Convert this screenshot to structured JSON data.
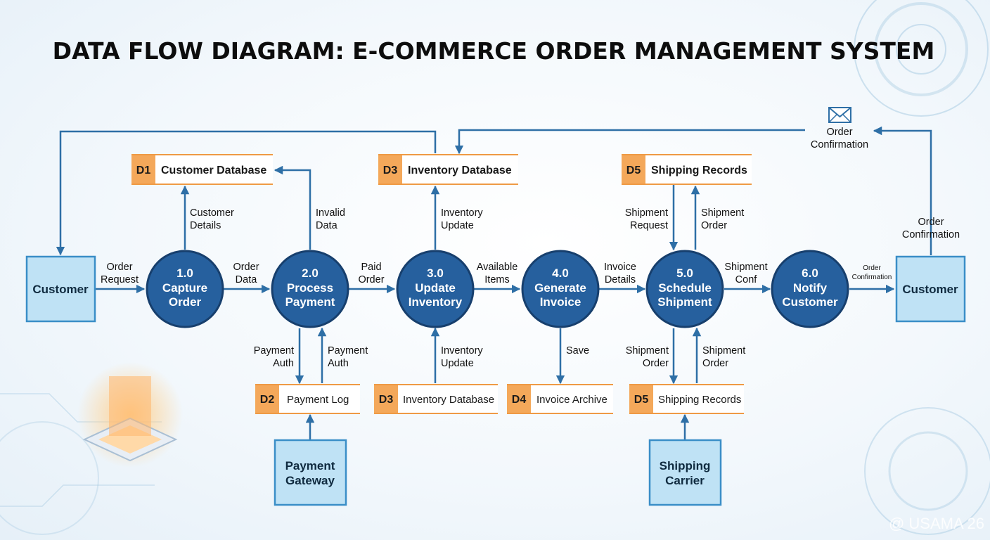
{
  "title": "DATA FLOW DIAGRAM: E-COMMERCE ORDER MANAGEMENT SYSTEM",
  "entities": {
    "customer_left": "Customer",
    "customer_right": "Customer",
    "payment_gateway": [
      "Payment",
      "Gateway"
    ],
    "shipping_carrier": [
      "Shipping",
      "Carrier"
    ]
  },
  "processes": [
    {
      "id": "1.0",
      "lines": [
        "Capture",
        "Order"
      ]
    },
    {
      "id": "2.0",
      "lines": [
        "Process",
        "Payment"
      ]
    },
    {
      "id": "3.0",
      "lines": [
        "Update",
        "Inventory"
      ]
    },
    {
      "id": "4.0",
      "lines": [
        "Generate",
        "Invoice"
      ]
    },
    {
      "id": "5.0",
      "lines": [
        "Schedule",
        "Shipment"
      ]
    },
    {
      "id": "6.0",
      "lines": [
        "Notify",
        "Customer"
      ]
    }
  ],
  "stores": {
    "d1_top": {
      "id": "D1",
      "name": "Customer Database"
    },
    "d3_top": {
      "id": "D3",
      "name": "Inventory Database"
    },
    "d5_top": {
      "id": "D5",
      "name": "Shipping Records"
    },
    "d2_bottom": {
      "id": "D2",
      "name": "Payment Log"
    },
    "d3_bottom": {
      "id": "D3",
      "name": "Inventory Database"
    },
    "d4_bottom": {
      "id": "D4",
      "name": "Invoice Archive"
    },
    "d5_bottom": {
      "id": "D5",
      "name": "Shipping Records"
    }
  },
  "flows": {
    "order_request": [
      "Order",
      "Request"
    ],
    "order_data": [
      "Order",
      "Data"
    ],
    "paid_order": [
      "Paid",
      "Order"
    ],
    "available_items": [
      "Available",
      "Items"
    ],
    "invoice_details": [
      "Invoice",
      "Details"
    ],
    "shipment_conf": [
      "Shipment",
      "Conf"
    ],
    "order_confirmation_small": [
      "Order",
      "Confirmation"
    ],
    "customer_details": [
      "Customer",
      "Details"
    ],
    "invalid_data": [
      "Invalid",
      "Data"
    ],
    "inventory_update_top": [
      "Inventory",
      "Update"
    ],
    "shipment_request": [
      "Shipment",
      "Request"
    ],
    "shipment_order_top": [
      "Shipment",
      "Order"
    ],
    "payment_auth_down": [
      "Payment",
      "Auth"
    ],
    "payment_auth_up": [
      "Payment",
      "Auth"
    ],
    "inventory_update_bottom": [
      "Inventory",
      "Update"
    ],
    "save": "Save",
    "shipment_order_down": [
      "Shipment",
      "Order"
    ],
    "shipment_order_up": [
      "Shipment",
      "Order"
    ],
    "order_confirmation_right": [
      "Order",
      "Confirmation"
    ],
    "order_confirmation_top": [
      "Order",
      "Confirmation"
    ]
  },
  "watermark": "@ USAMA 26",
  "icons": {
    "envelope": "envelope-icon"
  }
}
